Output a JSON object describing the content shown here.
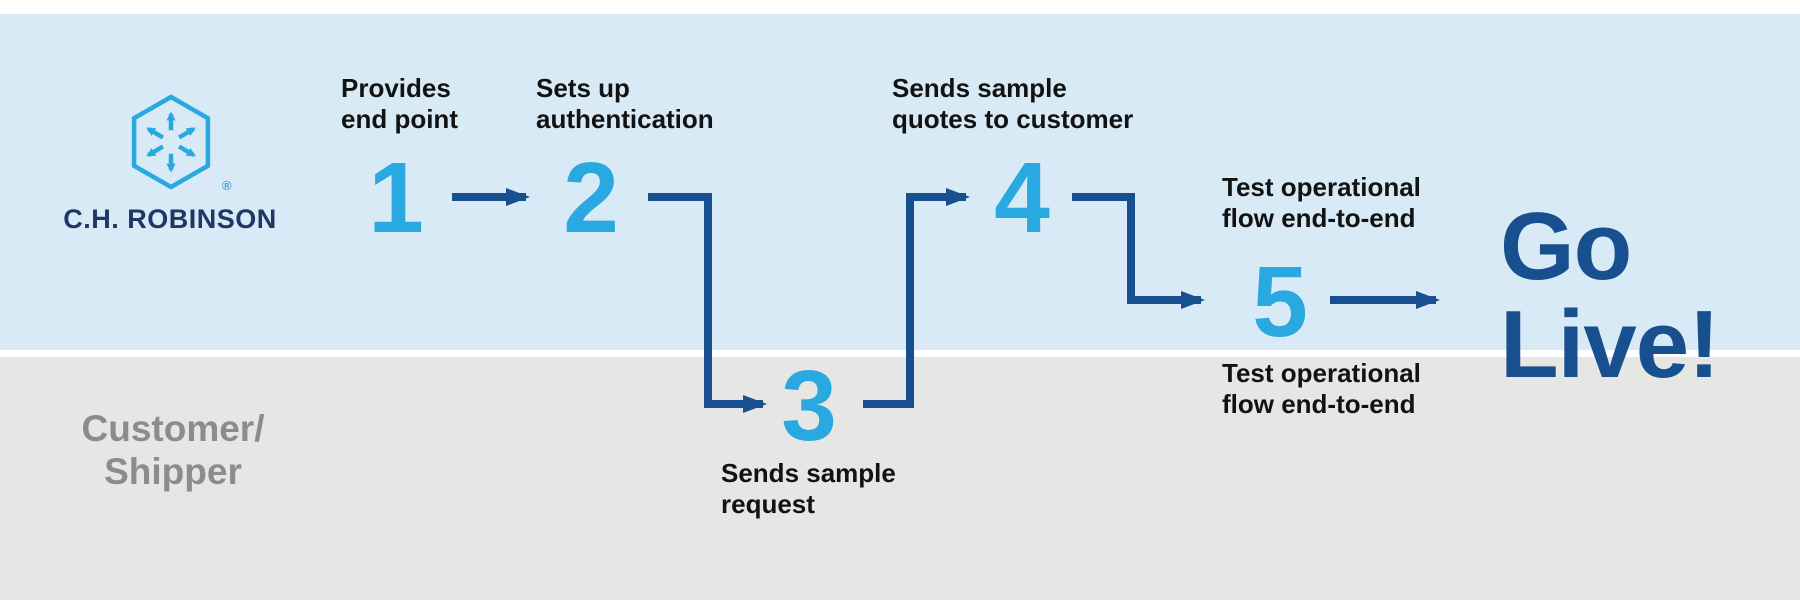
{
  "colors": {
    "lane_top_bg": "#d8eaf6",
    "lane_bottom_bg": "#e6e6e4",
    "divider": "#ffffff",
    "accent_light_blue": "#2aa9e0",
    "navy": "#18508f",
    "logo_navy": "#1e3764",
    "label_text": "#121212",
    "customer_gray": "#8c8c8c"
  },
  "logo": {
    "name": "C.H. Robinson",
    "wordmark": "C.H. ROBINSON",
    "registered": "®"
  },
  "lanes": {
    "bottom_label_lines": [
      "Customer/",
      "Shipper"
    ]
  },
  "steps": [
    {
      "number": "1",
      "label_lines": [
        "Provides",
        "end point"
      ]
    },
    {
      "number": "2",
      "label_lines": [
        "Sets up",
        "authentication"
      ]
    },
    {
      "number": "3",
      "label_lines": [
        "Sends sample",
        "request"
      ]
    },
    {
      "number": "4",
      "label_lines": [
        "Sends sample",
        "quotes to customer"
      ]
    },
    {
      "number": "5",
      "label_top_lines": [
        "Test operational",
        "flow end-to-end"
      ],
      "label_bottom_lines": [
        "Test operational",
        "flow end-to-end"
      ]
    }
  ],
  "go_live": {
    "lines": [
      "Go",
      "Live!"
    ]
  }
}
